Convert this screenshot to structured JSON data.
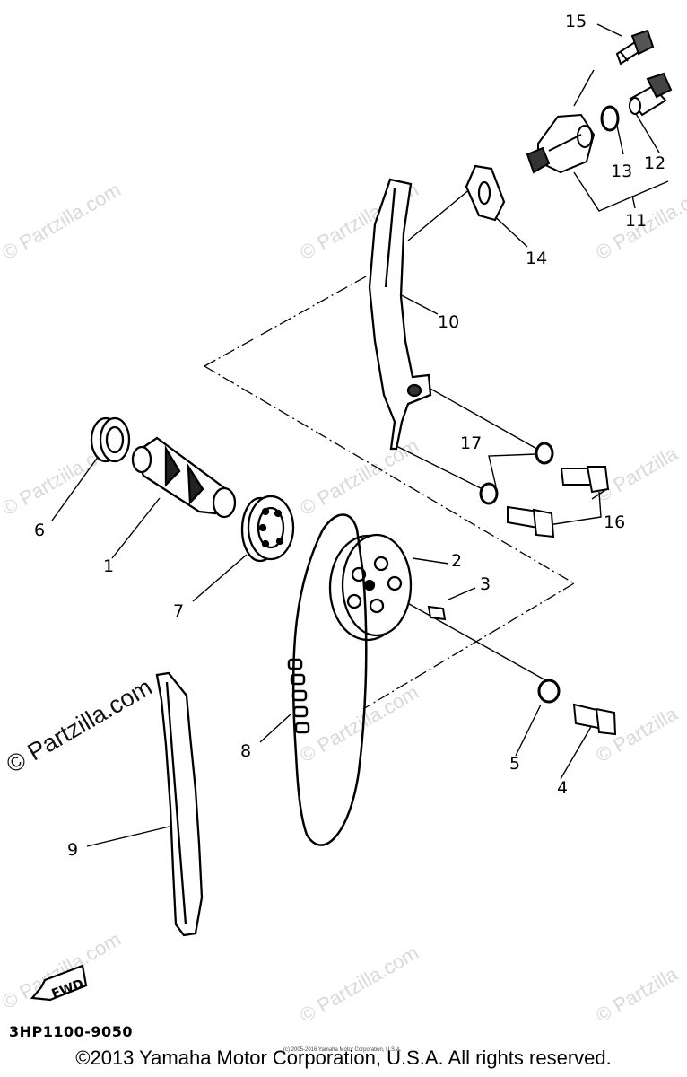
{
  "diagram": {
    "code": "3HP1100-9050",
    "copyright": "©2013 Yamaha Motor Corporation, U.S.A. All rights reserved.",
    "copyright_small": "(c) 2005-2016 Yamaha Motor Corporation, U.S.A.",
    "fwd_label": "FWD",
    "watermark": "© Partzilla.com",
    "watermark_partial": "© Partzilla",
    "callouts": [
      {
        "id": "c1",
        "text": "1"
      },
      {
        "id": "c2",
        "text": "2"
      },
      {
        "id": "c3",
        "text": "3"
      },
      {
        "id": "c4",
        "text": "4"
      },
      {
        "id": "c5",
        "text": "5"
      },
      {
        "id": "c6",
        "text": "6"
      },
      {
        "id": "c7",
        "text": "7"
      },
      {
        "id": "c8",
        "text": "8"
      },
      {
        "id": "c9",
        "text": "9"
      },
      {
        "id": "c10",
        "text": "10"
      },
      {
        "id": "c11",
        "text": "11"
      },
      {
        "id": "c12",
        "text": "12"
      },
      {
        "id": "c13",
        "text": "13"
      },
      {
        "id": "c14",
        "text": "14"
      },
      {
        "id": "c15",
        "text": "15"
      },
      {
        "id": "c16",
        "text": "16"
      },
      {
        "id": "c17",
        "text": "17"
      }
    ]
  }
}
